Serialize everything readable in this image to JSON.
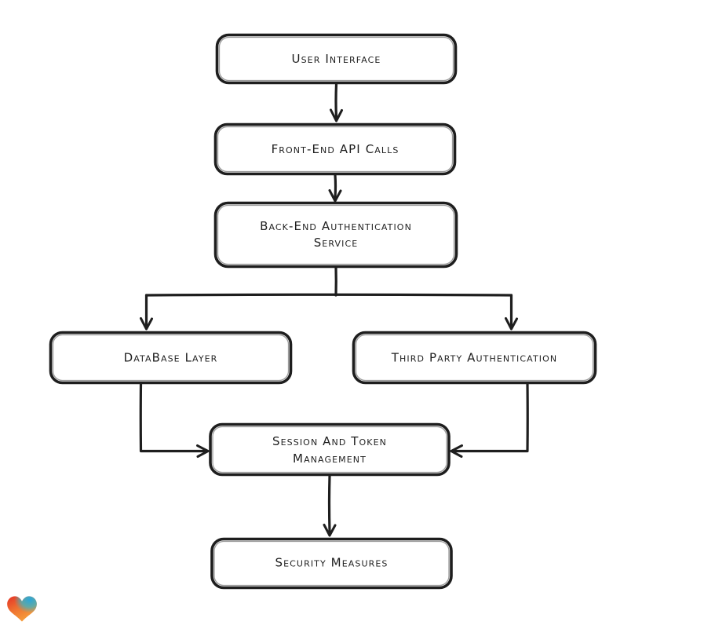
{
  "canvas": {
    "background": "#ffffff",
    "stroke_color": "#1e1e1e",
    "node_fill": "#ffffff"
  },
  "diagram": {
    "type": "flowchart",
    "nodes": [
      {
        "id": "user-interface",
        "lines": [
          "User Interface"
        ]
      },
      {
        "id": "front-end-api-calls",
        "lines": [
          "Front-End API Calls"
        ]
      },
      {
        "id": "back-end-authentication-service",
        "lines": [
          "Back-End Authentication",
          "Service"
        ]
      },
      {
        "id": "database-layer",
        "lines": [
          "DataBase Layer"
        ]
      },
      {
        "id": "third-party-authentication",
        "lines": [
          "Third Party Authentication"
        ]
      },
      {
        "id": "session-and-token-management",
        "lines": [
          "Session And Token",
          "Management"
        ]
      },
      {
        "id": "security-measures",
        "lines": [
          "Security Measures"
        ]
      }
    ],
    "edges": [
      {
        "from": "user-interface",
        "to": "front-end-api-calls"
      },
      {
        "from": "front-end-api-calls",
        "to": "back-end-authentication-service"
      },
      {
        "from": "back-end-authentication-service",
        "to": "database-layer"
      },
      {
        "from": "back-end-authentication-service",
        "to": "third-party-authentication"
      },
      {
        "from": "database-layer",
        "to": "session-and-token-management"
      },
      {
        "from": "third-party-authentication",
        "to": "session-and-token-management"
      },
      {
        "from": "session-and-token-management",
        "to": "security-measures"
      }
    ]
  },
  "logo": {
    "name": "gradient-heart-logo",
    "colors": {
      "red": "#e53125",
      "blue": "#2ba6d9",
      "teal": "#35b7c9",
      "orange": "#f7a23b"
    }
  }
}
